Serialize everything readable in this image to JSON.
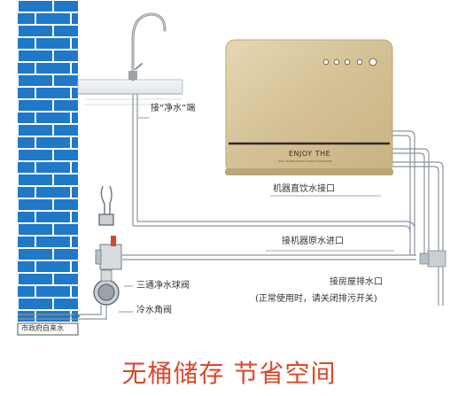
{
  "labels": {
    "clean_water_outlet": "接“净水”端",
    "direct_drink_port": "机器直饮水接口",
    "raw_water_inlet": "接机器原水进口",
    "drain_port": "接房屋排水口",
    "drain_note": "(正常使用时，请关闭排污开关)",
    "three_way_valve": "三通净水球阀",
    "cold_angle_valve": "冷水角阀",
    "municipal_water": "市政府自来水"
  },
  "device": {
    "brand": "ENJOY THE",
    "tagline": "REAL PURIFICATION WATER EXPERIENCE",
    "buttons": [
      "button-1",
      "button-2",
      "button-3",
      "button-4",
      "button-5"
    ]
  },
  "footer": {
    "slogan": "无桶储存 节省空间"
  },
  "colors": {
    "brick": "#1f78c8",
    "mortar": "#ffffff",
    "device_body": "#d9c9a3",
    "pipe": "#7d8a96",
    "footer_text": "#d9482b"
  }
}
